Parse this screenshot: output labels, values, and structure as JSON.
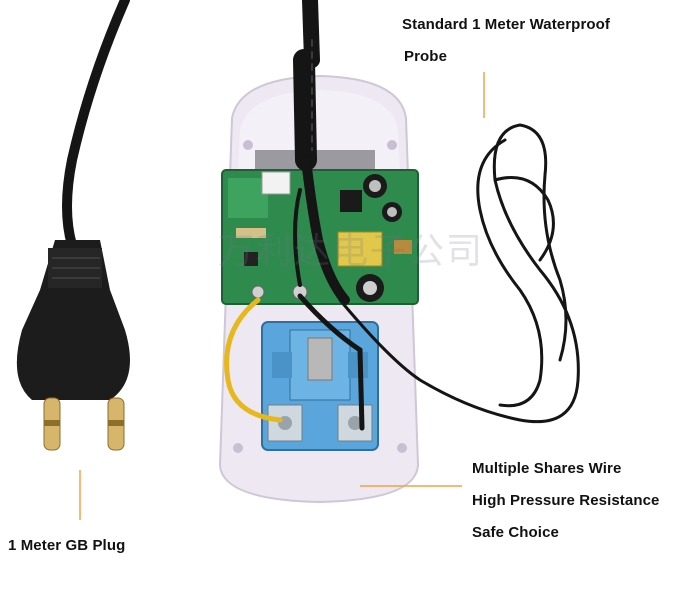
{
  "callouts": {
    "probe_line1": "Standard 1 Meter Waterproof",
    "probe_line2": "Probe",
    "plug": "1 Meter GB Plug",
    "wire_line1": "Multiple Shares Wire",
    "wire_line2": "High Pressure Resistance",
    "wire_line3": "Safe Choice"
  },
  "colors": {
    "callout_line": "#f0a24a",
    "housing": "#ece6f0",
    "pcb": "#2f8a4e",
    "socket": "#5aa6dc",
    "cable": "#151515"
  }
}
